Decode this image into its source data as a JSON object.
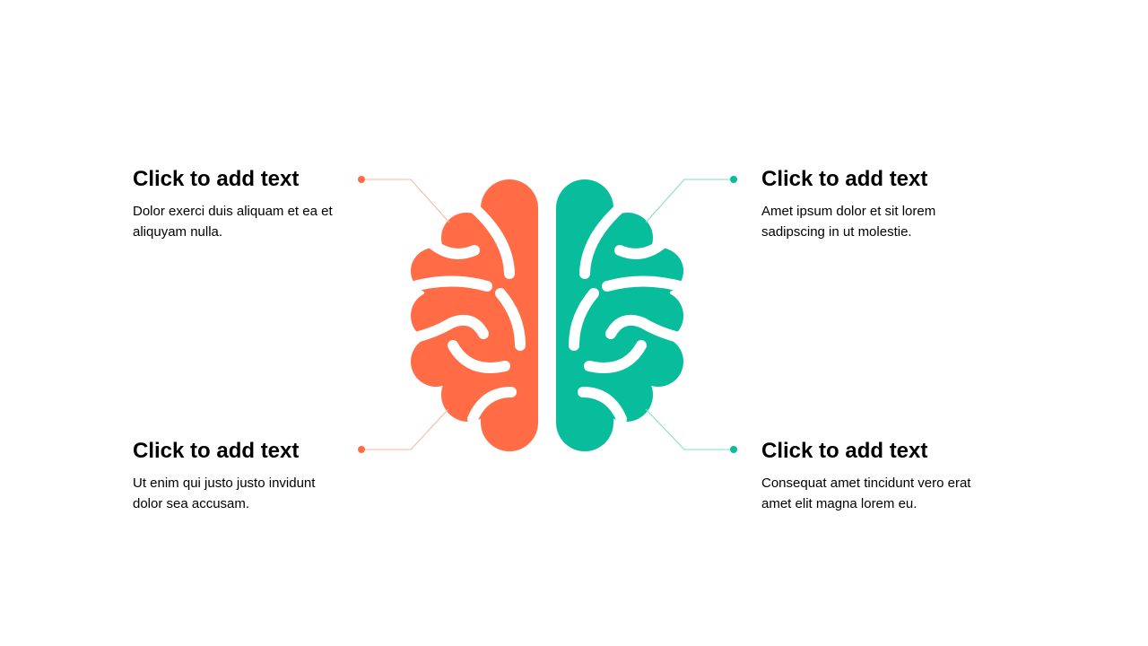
{
  "colors": {
    "left": "#FF6C45",
    "right": "#08BD9B"
  },
  "blocks": [
    {
      "title": "Click to add text",
      "body": "Dolor exerci duis aliquam et ea et aliquyam nulla."
    },
    {
      "title": "Click to add text",
      "body": "Amet ipsum dolor et sit lorem sadipscing in ut molestie."
    },
    {
      "title": "Click to add text",
      "body": "Ut enim qui justo justo invidunt dolor sea accusam."
    },
    {
      "title": "Click to add text",
      "body": "Consequat amet tincidunt vero erat amet elit magna lorem eu."
    }
  ]
}
